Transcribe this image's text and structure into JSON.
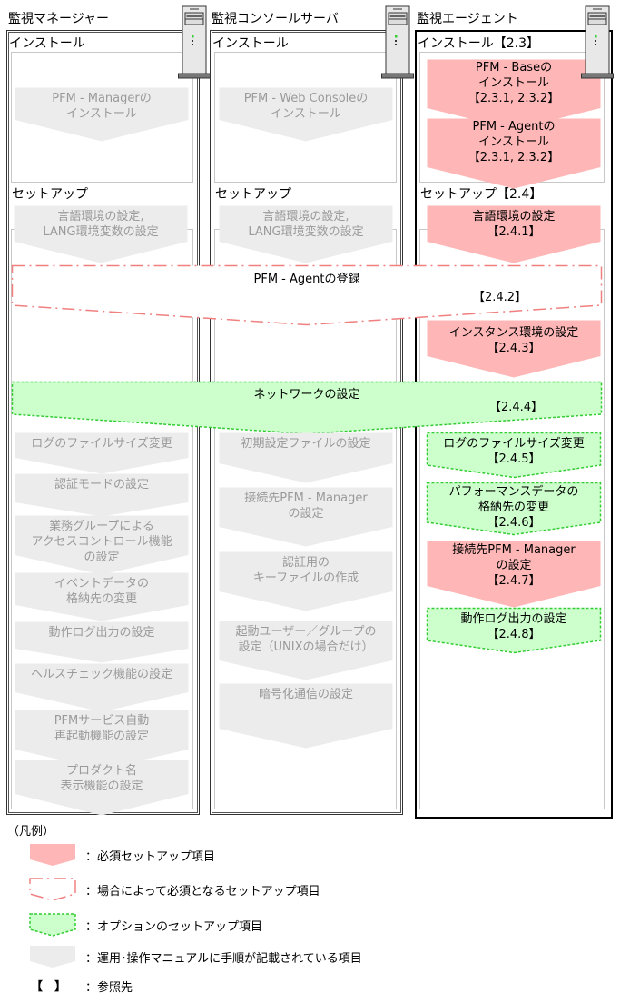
{
  "columns": [
    {
      "title": "監視マネージャー",
      "install_title": "インストール",
      "setup_title": "セットアップ",
      "install_items": [
        {
          "text": "PFM - Managerの\nインストール",
          "type": "manual"
        }
      ],
      "setup_items": [
        {
          "text": "言語環境の設定,\nLANG環境変数の設定",
          "type": "manual"
        },
        {
          "text": "ログのファイルサイズ変更",
          "type": "manual"
        },
        {
          "text": "認証モードの設定",
          "type": "manual"
        },
        {
          "text": "業務グループによる\nアクセスコントロール機能\nの設定",
          "type": "manual"
        },
        {
          "text": "イベントデータの\n格納先の変更",
          "type": "manual"
        },
        {
          "text": "動作ログ出力の設定",
          "type": "manual"
        },
        {
          "text": "ヘルスチェック機能の設定",
          "type": "manual"
        },
        {
          "text": "PFMサービス自動\n再起動機能の設定",
          "type": "manual"
        },
        {
          "text": "プロダクト名\n表示機能の設定",
          "type": "manual"
        }
      ]
    },
    {
      "title": "監視コンソールサーバ",
      "install_title": "インストール",
      "setup_title": "セットアップ",
      "install_items": [
        {
          "text": "PFM - Web Consoleの\nインストール",
          "type": "manual"
        }
      ],
      "setup_items": [
        {
          "text": "言語環境の設定,\nLANG環境変数の設定",
          "type": "manual"
        },
        {
          "text": "初期設定ファイルの設定",
          "type": "manual"
        },
        {
          "text": "接続先PFM - Manager\nの設定",
          "type": "manual"
        },
        {
          "text": "認証用の\nキーファイルの作成",
          "type": "manual"
        },
        {
          "text": "起動ユーザー／グループの\n設定（UNIXの場合だけ）",
          "type": "manual"
        },
        {
          "text": "暗号化通信の設定",
          "type": "manual"
        }
      ]
    },
    {
      "title": "監視エージェント",
      "install_title": "インストール【2.3】",
      "setup_title": "セットアップ【2.4】",
      "install_items": [
        {
          "text": "PFM - Baseの\nインストール\n【2.3.1, 2.3.2】",
          "type": "required"
        },
        {
          "text": "PFM - Agentの\nインストール\n【2.3.1, 2.3.2】",
          "type": "required"
        }
      ],
      "setup_items": [
        {
          "text": "言語環境の設定\n【2.4.1】",
          "type": "required"
        },
        {
          "text": "インスタンス環境の設定\n【2.4.3】",
          "type": "required"
        },
        {
          "text": "ログのファイルサイズ変更\n【2.4.5】",
          "type": "optional"
        },
        {
          "text": "パフォーマンスデータの\n格納先の変更\n【2.4.6】",
          "type": "optional"
        },
        {
          "text": "接続先PFM - Manager\nの設定\n【2.4.7】",
          "type": "required"
        },
        {
          "text": "動作ログ出力の設定\n【2.4.8】",
          "type": "optional"
        }
      ]
    }
  ],
  "spanning_items": [
    {
      "text": "PFM - Agentの登録",
      "ref": "【2.4.2】",
      "type": "conditional"
    },
    {
      "text": "ネットワークの設定",
      "ref": "【2.4.4】",
      "type": "optional"
    }
  ],
  "legend": {
    "title": "（凡例）",
    "items": [
      {
        "label": "：必須セットアップ項目",
        "type": "required"
      },
      {
        "label": "：場合によって必須となるセットアップ項目",
        "type": "conditional"
      },
      {
        "label": "：オプションのセットアップ項目",
        "type": "optional"
      },
      {
        "label": "：運用･操作マニュアルに手順が記載されている項目",
        "type": "manual"
      },
      {
        "label": "：参照先",
        "symbol": "【　】",
        "type": "reference"
      }
    ]
  },
  "icons": [
    "server-icon",
    "server-icon",
    "server-icon"
  ],
  "colors": {
    "required_fill": "#ffb6b6",
    "conditional_stroke": "#f08080",
    "optional_fill": "#ccffcc",
    "optional_stroke": "#33cc33",
    "manual_fill": "#ececec",
    "manual_text": "#9a9a9a"
  }
}
